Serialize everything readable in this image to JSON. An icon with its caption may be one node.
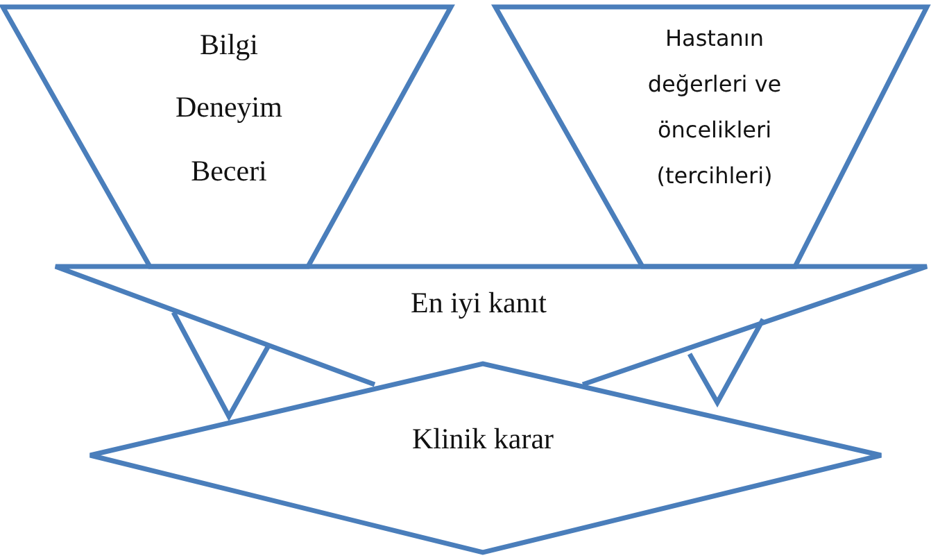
{
  "diagram": {
    "nodes": [
      {
        "text": [
          "Bilgi",
          "Deneyim",
          "Beceri"
        ]
      },
      {
        "text": [
          "Hastanın değerleri ve öncelikleri (tercihleri)"
        ]
      },
      {
        "text": [
          "En iyi kanıt"
        ]
      },
      {
        "text": [
          "Klinik karar"
        ]
      }
    ]
  }
}
